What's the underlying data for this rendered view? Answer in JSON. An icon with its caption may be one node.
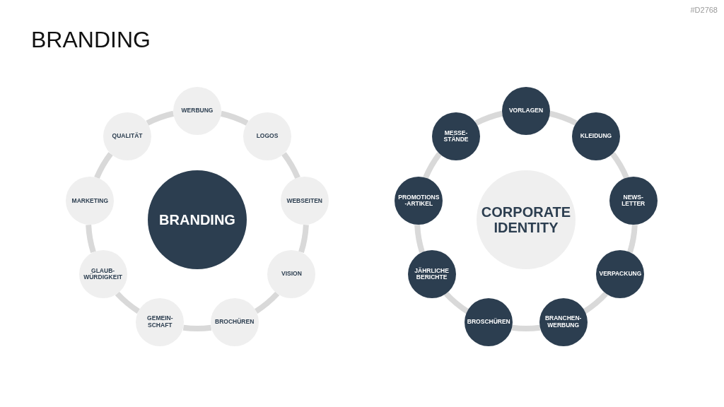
{
  "diagram": {
    "title": "BRANDING",
    "nodes": [
      {
        "text": [
          "BRANDING"
        ]
      },
      {
        "text": [
          "WERBUNG"
        ]
      },
      {
        "text": [
          "LOGOS"
        ]
      },
      {
        "text": [
          "WEBSEITEN"
        ]
      },
      {
        "text": [
          "VISION"
        ]
      },
      {
        "text": [
          "BROCHÜREN"
        ]
      },
      {
        "text": [
          "GEMEIN- SCHAFT"
        ]
      },
      {
        "text": [
          "GLAUB- WÜRDIGKEIT"
        ]
      },
      {
        "text": [
          "MARKETING"
        ]
      },
      {
        "text": [
          "QUALITÄT"
        ]
      },
      {
        "text": [
          "CORPORATE IDENTITY"
        ]
      },
      {
        "text": [
          "VORLAGEN"
        ]
      },
      {
        "text": [
          "KLEIDUNG"
        ]
      },
      {
        "text": [
          "NEWS- LETTER"
        ]
      },
      {
        "text": [
          "VERPACKUNG"
        ]
      },
      {
        "text": [
          "BRANCHEN- WERBUNG"
        ]
      },
      {
        "text": [
          "BROSCHÜREN"
        ]
      },
      {
        "text": [
          "JÄHRLICHE BERICHTE"
        ]
      },
      {
        "text": [
          "PROMOTIONS -ARTIKEL"
        ]
      },
      {
        "text": [
          "MESSE- STÄNDE"
        ]
      }
    ],
    "edges": [
      {
        "from": 1,
        "to": 2,
        "arrow": "none"
      },
      {
        "from": 2,
        "to": 3,
        "arrow": "none"
      },
      {
        "from": 3,
        "to": 4,
        "arrow": "none"
      },
      {
        "from": 4,
        "to": 5,
        "arrow": "none"
      },
      {
        "from": 5,
        "to": 6,
        "arrow": "none"
      },
      {
        "from": 6,
        "to": 7,
        "arrow": "none"
      },
      {
        "from": 7,
        "to": 8,
        "arrow": "none"
      },
      {
        "from": 8,
        "to": 9,
        "arrow": "none"
      },
      {
        "from": 9,
        "to": 1,
        "arrow": "none"
      },
      {
        "from": 11,
        "to": 12,
        "arrow": "none"
      },
      {
        "from": 12,
        "to": 13,
        "arrow": "none"
      },
      {
        "from": 13,
        "to": 14,
        "arrow": "none"
      },
      {
        "from": 14,
        "to": 15,
        "arrow": "none"
      },
      {
        "from": 15,
        "to": 16,
        "arrow": "none"
      },
      {
        "from": 16,
        "to": 17,
        "arrow": "none"
      },
      {
        "from": 17,
        "to": 18,
        "arrow": "none"
      },
      {
        "from": 18,
        "to": 19,
        "arrow": "none"
      },
      {
        "from": 19,
        "to": 11,
        "arrow": "none"
      }
    ],
    "labels": [
      "#D2768"
    ]
  }
}
